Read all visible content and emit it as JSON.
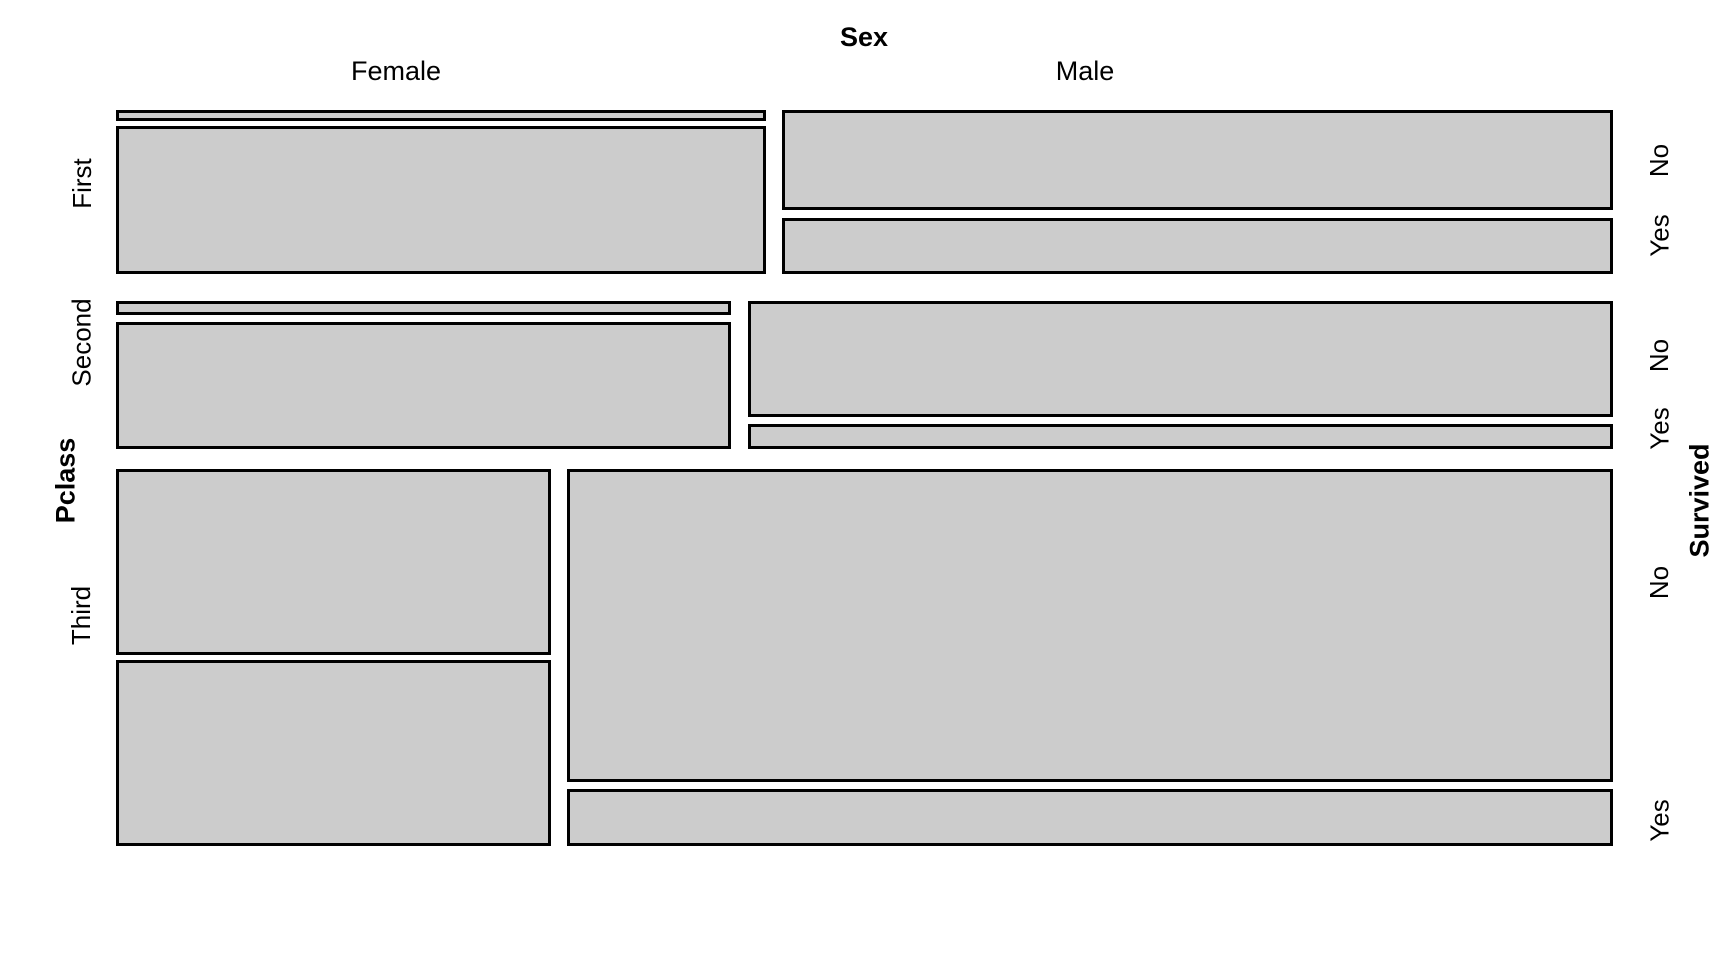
{
  "chart_data": {
    "type": "mosaic",
    "title": "Sex",
    "xlabel": "Sex",
    "ylabel": "Pclass",
    "y2label": "Survived",
    "grid": false,
    "legend": "none",
    "dimensions": {
      "x_variable": "Sex",
      "x_categories": [
        "Female",
        "Male"
      ],
      "y_variable": "Pclass",
      "y_categories": [
        "First",
        "Second",
        "Third"
      ],
      "split_variable": "Survived",
      "split_categories": [
        "No",
        "Yes"
      ]
    },
    "cells": [
      {
        "pclass": "First",
        "sex": "Female",
        "survived": "No",
        "count": 3,
        "share_of_cell": 0.032
      },
      {
        "pclass": "First",
        "sex": "Female",
        "survived": "Yes",
        "count": 91,
        "share_of_cell": 0.968
      },
      {
        "pclass": "First",
        "sex": "Male",
        "survived": "No",
        "count": 77,
        "share_of_cell": 0.631
      },
      {
        "pclass": "First",
        "sex": "Male",
        "survived": "Yes",
        "count": 45,
        "share_of_cell": 0.369
      },
      {
        "pclass": "Second",
        "sex": "Female",
        "survived": "No",
        "count": 6,
        "share_of_cell": 0.079
      },
      {
        "pclass": "Second",
        "sex": "Female",
        "survived": "Yes",
        "count": 70,
        "share_of_cell": 0.921
      },
      {
        "pclass": "Second",
        "sex": "Male",
        "survived": "No",
        "count": 91,
        "share_of_cell": 0.843
      },
      {
        "pclass": "Second",
        "sex": "Male",
        "survived": "Yes",
        "count": 17,
        "share_of_cell": 0.157
      },
      {
        "pclass": "Third",
        "sex": "Female",
        "survived": "No",
        "count": 72,
        "share_of_cell": 0.5
      },
      {
        "pclass": "Third",
        "sex": "Female",
        "survived": "Yes",
        "count": 72,
        "share_of_cell": 0.5
      },
      {
        "pclass": "Third",
        "sex": "Male",
        "survived": "No",
        "count": 300,
        "share_of_cell": 0.865
      },
      {
        "pclass": "Third",
        "sex": "Male",
        "survived": "Yes",
        "count": 47,
        "share_of_cell": 0.135
      }
    ],
    "row_heights_fraction": [
      0.216,
      0.195,
      0.589
    ],
    "col_widths_fraction_by_row": {
      "First": [
        0.432,
        0.555
      ],
      "Second": [
        0.409,
        0.578
      ],
      "Third": [
        0.257,
        0.73
      ]
    },
    "tile_fill_color": "#cccccc",
    "tile_border_color": "#000000",
    "background_color": "#ffffff"
  },
  "axes": {
    "top_title": "Sex",
    "top_categories": [
      {
        "label": "Female"
      },
      {
        "label": "Male"
      }
    ],
    "left_title": "Pclass",
    "left_categories": [
      {
        "label": "First"
      },
      {
        "label": "Second"
      },
      {
        "label": "Third"
      }
    ],
    "right_title": "Survived",
    "right_categories": [
      {
        "label": "No"
      },
      {
        "label": "Yes"
      },
      {
        "label": "No"
      },
      {
        "label": "Yes"
      },
      {
        "label": "No"
      },
      {
        "label": "Yes"
      }
    ]
  }
}
